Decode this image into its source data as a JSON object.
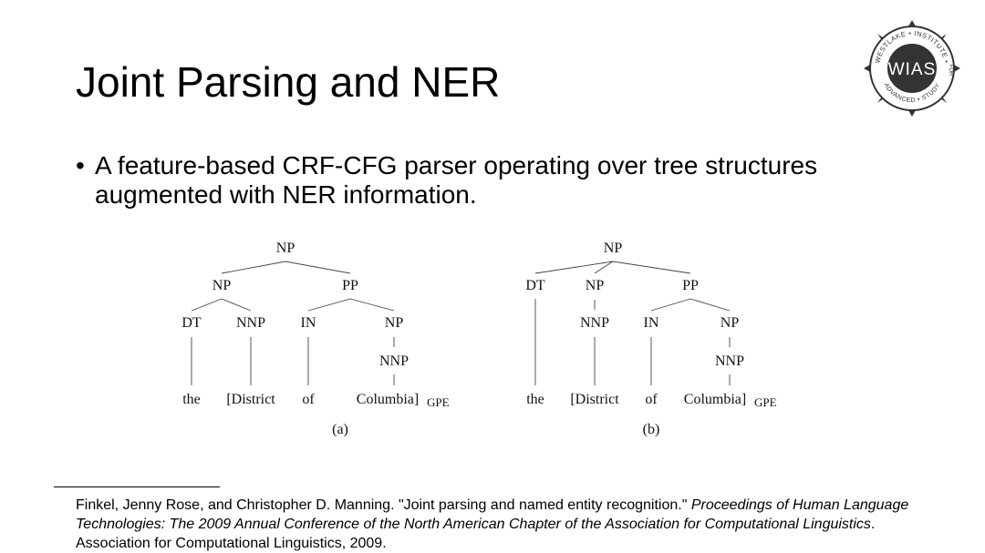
{
  "slide": {
    "title": "Joint Parsing and NER",
    "bullet": "A feature-based CRF-CFG parser operating over tree structures augmented with NER information."
  },
  "logo": {
    "initials": "WIAS",
    "ring_text_top": "WESTLAKE • INSTITUTE •",
    "ring_text_right": "FOR",
    "ring_text_bottom": "ADVANCED • STUDY"
  },
  "figure": {
    "tree_a": {
      "caption": "(a)",
      "root": "NP",
      "left_np": "NP",
      "pp": "PP",
      "dt": "DT",
      "nnp": "NNP",
      "in": "IN",
      "np_inner": "NP",
      "nnp_inner": "NNP",
      "words": [
        "the",
        "[District",
        "of",
        "Columbia]"
      ],
      "entity_tag": "GPE"
    },
    "tree_b": {
      "caption": "(b)",
      "root": "NP",
      "dt": "DT",
      "np": "NP",
      "pp": "PP",
      "nnp": "NNP",
      "in": "IN",
      "np_inner": "NP",
      "nnp_inner": "NNP",
      "words": [
        "the",
        "[District",
        "of",
        "Columbia]"
      ],
      "entity_tag": "GPE"
    }
  },
  "citation": {
    "text_plain_1": "Finkel, Jenny Rose, and Christopher D. Manning. \"Joint parsing and named entity recognition.\" ",
    "text_italic": "Proceedings of Human Language Technologies: The 2009 Annual Conference of the North American Chapter of the Association for Computational Linguistics",
    "text_plain_2": ". Association for Computational Linguistics, 2009."
  }
}
